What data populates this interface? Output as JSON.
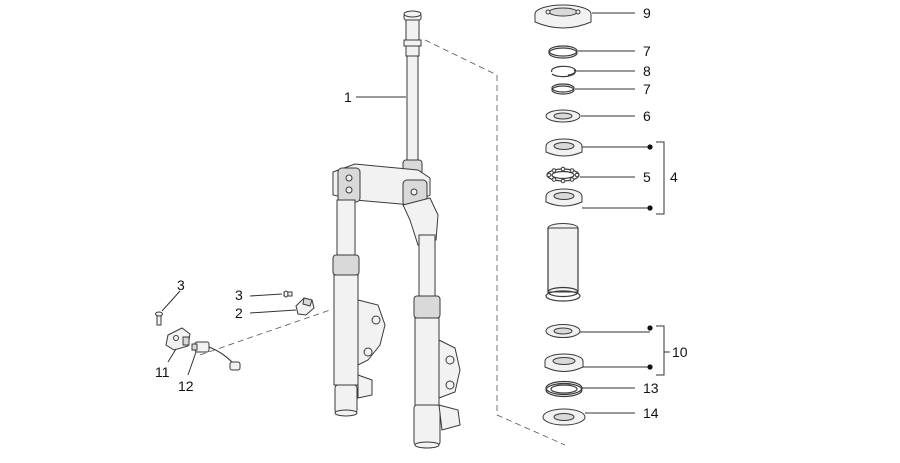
{
  "callouts": {
    "c1": "1",
    "c2": "2",
    "c3a": "3",
    "c3b": "3",
    "c4": "4",
    "c5": "5",
    "c6": "6",
    "c7a": "7",
    "c7b": "7",
    "c8": "8",
    "c9": "9",
    "c10": "10",
    "c11": "11",
    "c12": "12",
    "c13": "13",
    "c14": "14"
  },
  "colors": {
    "line": "#3a3a3a",
    "fill_light": "#f2f2f2",
    "fill_dark": "#d9d9d9"
  }
}
